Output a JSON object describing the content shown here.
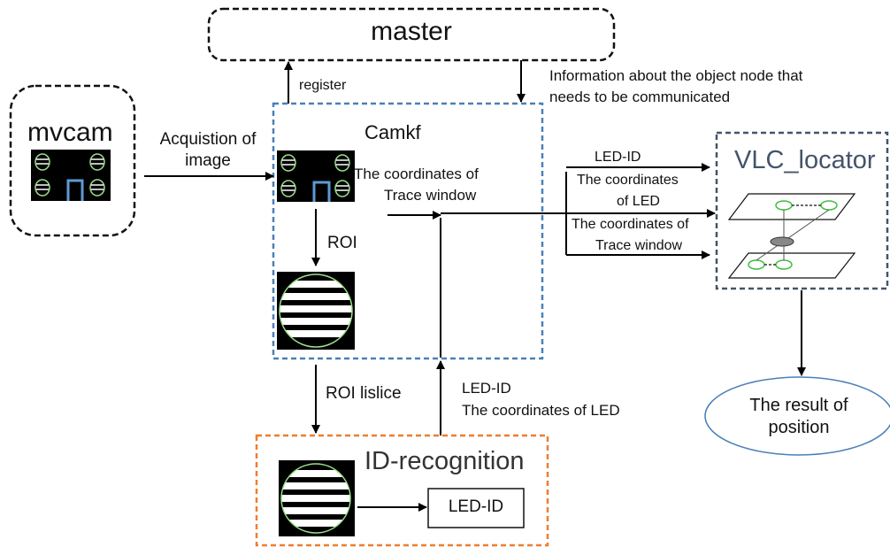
{
  "nodes": {
    "master": "master",
    "mvcam": "mvcam",
    "camkf": "Camkf",
    "vlc_locator": "VLC_locator",
    "id_recognition": "ID-recognition",
    "led_id_box": "LED-ID",
    "result": [
      "The result of",
      "position"
    ]
  },
  "edges": {
    "register": "register",
    "info_from_master": [
      "Information about the object node that",
      "needs to be communicated"
    ],
    "acquisition": [
      "Acquistion of",
      "image"
    ],
    "roi": "ROI",
    "roi_lislice": "ROI lislice",
    "trace_window_internal": [
      "The coordinates of",
      "Trace window"
    ],
    "led_feedback": [
      "LED-ID",
      "The coordinates of LED"
    ],
    "out_led_id": "LED-ID",
    "out_led_coords": [
      "The coordinates",
      "of LED"
    ],
    "out_trace": [
      "The coordinates of",
      "Trace window"
    ]
  },
  "colors": {
    "camkf_border": "#4a80b8",
    "vlc_border": "#44546a",
    "id_border": "#ed7d31",
    "result_border": "#4a80b8",
    "led_ring": "#9be08a",
    "window_blue": "#5b9bd5"
  }
}
